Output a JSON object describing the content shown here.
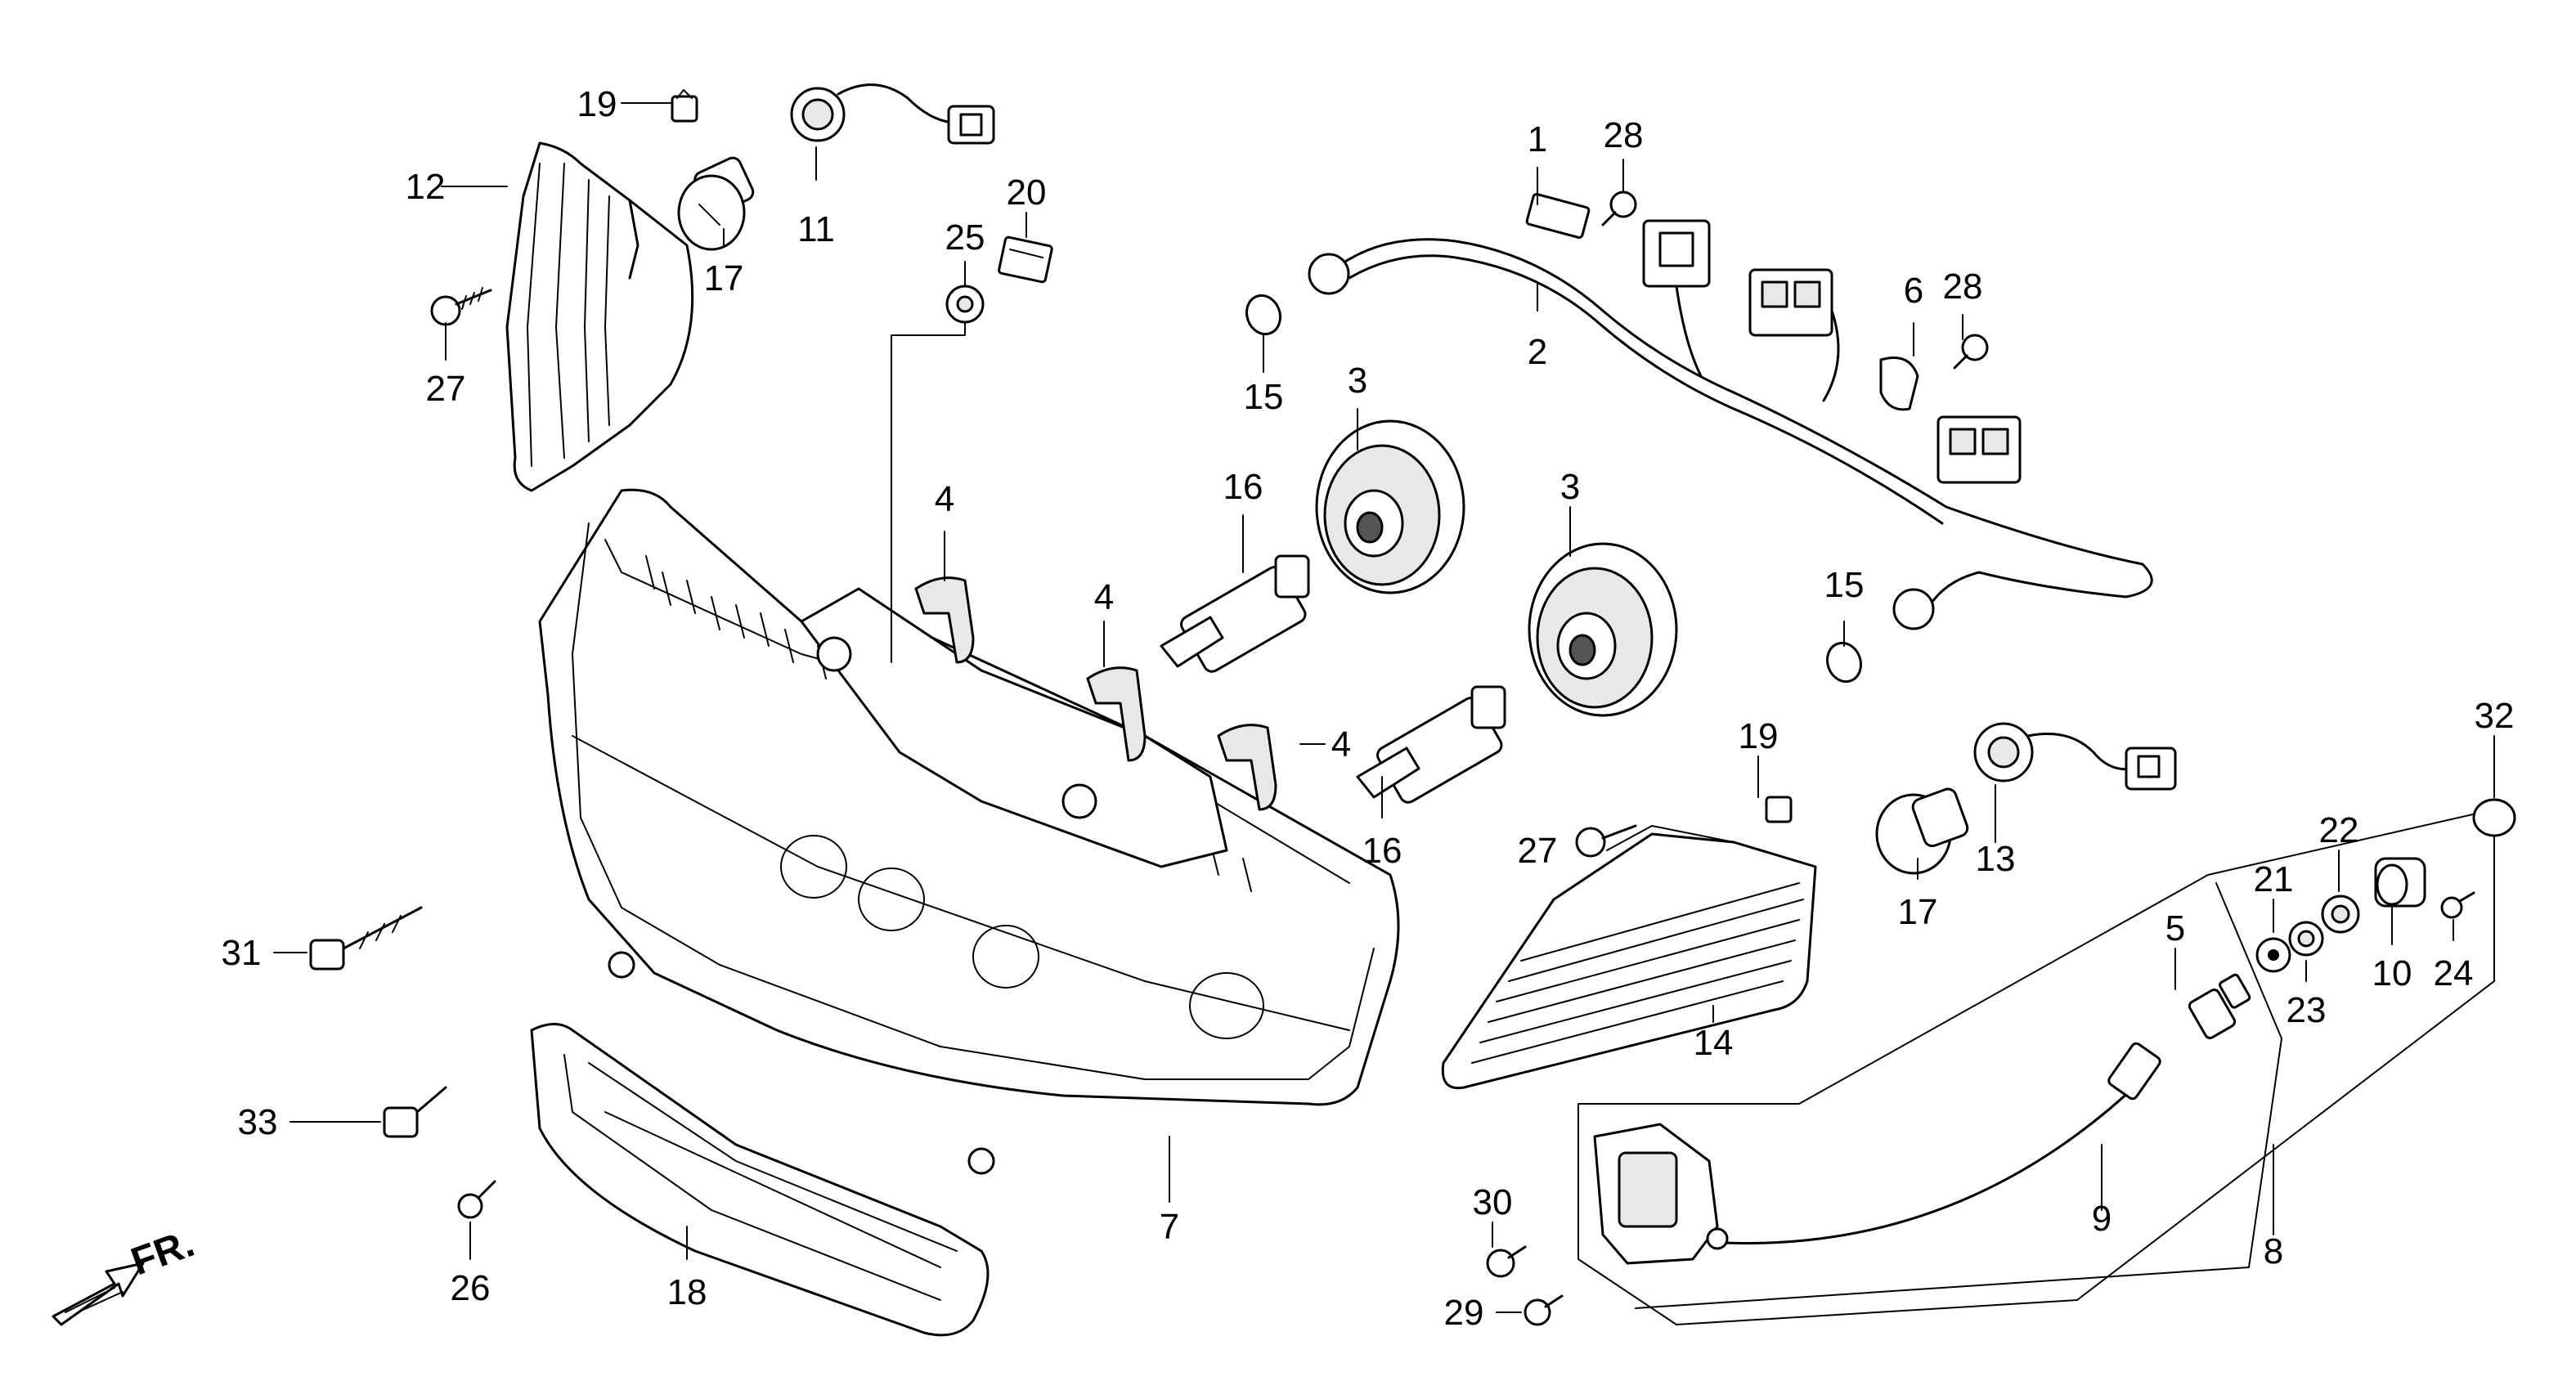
{
  "diagram": {
    "labels": {
      "p1": "1",
      "p2": "2",
      "p3a": "3",
      "p3b": "3",
      "p4a": "4",
      "p4b": "4",
      "p4c": "4",
      "p5": "5",
      "p6": "6",
      "p7": "7",
      "p8": "8",
      "p9": "9",
      "p10": "10",
      "p11": "11",
      "p12": "12",
      "p13": "13",
      "p14": "14",
      "p15a": "15",
      "p15b": "15",
      "p16a": "16",
      "p16b": "16",
      "p17a": "17",
      "p17b": "17",
      "p18": "18",
      "p19a": "19",
      "p19b": "19",
      "p20": "20",
      "p21": "21",
      "p22": "22",
      "p23": "23",
      "p24": "24",
      "p25": "25",
      "p26": "26",
      "p27a": "27",
      "p27b": "27",
      "p28a": "28",
      "p28b": "28",
      "p29": "29",
      "p30": "30",
      "p31": "31",
      "p32": "32",
      "p33": "33"
    },
    "front_marker": "FR."
  }
}
